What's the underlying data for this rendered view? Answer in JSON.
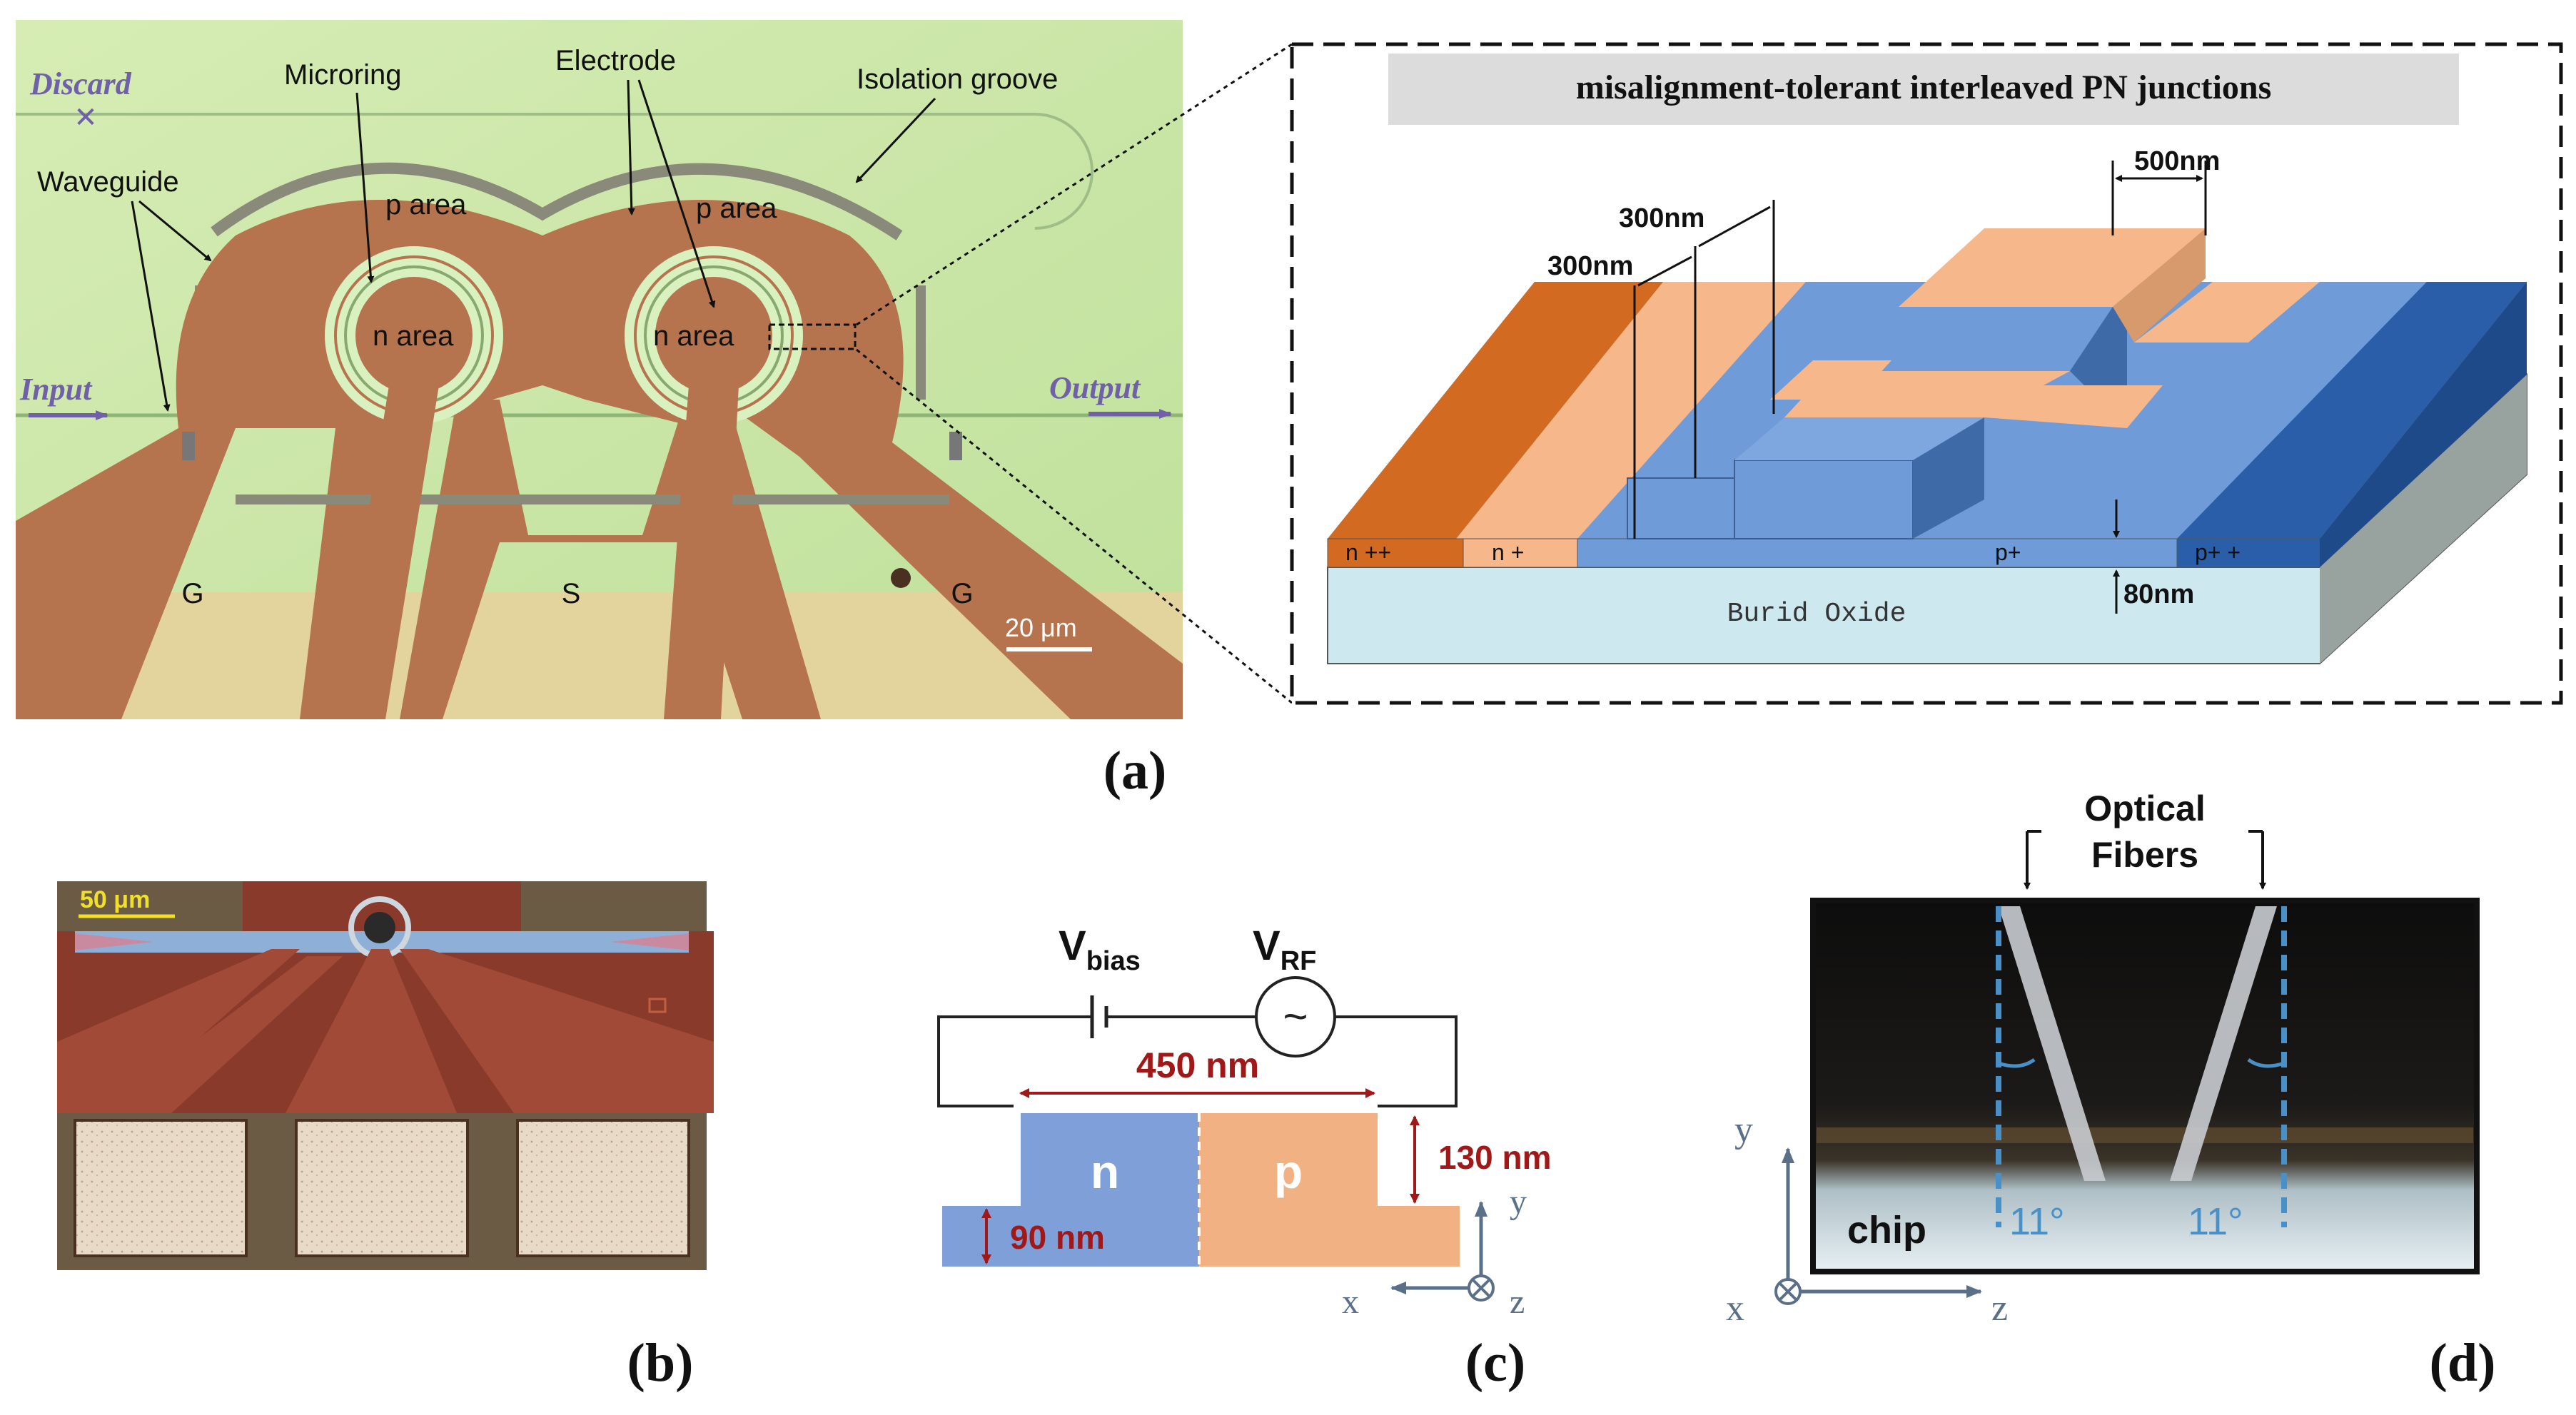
{
  "panel_a": {
    "micrograph": {
      "discard": "Discard",
      "microring": "Microring",
      "electrode": "Electrode",
      "isolation_groove": "Isolation groove",
      "waveguide": "Waveguide",
      "p_area_left": "p area",
      "p_area_right": "p area",
      "n_area_left": "n area",
      "n_area_right": "n area",
      "input": "Input",
      "output": "Output",
      "g_left": "G",
      "s": "S",
      "g_right": "G",
      "scale": "20 μm"
    },
    "inset": {
      "title": "misalignment-tolerant interleaved PN junctions",
      "dim_500": "500nm",
      "dim_300_top": "300nm",
      "dim_300_bottom": "300nm",
      "region_npp": "n ++",
      "region_np": "n +",
      "region_pp": "p+",
      "region_ppp": "p+ +",
      "dim_80": "80nm",
      "box": "Burid Oxide"
    },
    "label": "(a)"
  },
  "panel_b": {
    "scale": "50 μm",
    "label": "(b)"
  },
  "panel_c": {
    "vbias_main": "V",
    "vbias_sub": "bias",
    "vrf_main": "V",
    "vrf_sub": "RF",
    "dim_450": "450 nm",
    "dim_130": "130 nm",
    "dim_90": "90 nm",
    "n": "n",
    "p": "p",
    "axis_y": "y",
    "axis_x": "x",
    "axis_z": "z",
    "label": "(c)"
  },
  "panel_d": {
    "fibers_line1": "Optical",
    "fibers_line2": "Fibers",
    "chip": "chip",
    "angle_left": "11°",
    "angle_right": "11°",
    "axis_y": "y",
    "axis_x": "x",
    "axis_z": "z",
    "label": "(d)"
  },
  "colors": {
    "micro_bg": "#c9e6a8",
    "electrode": "#b5744e",
    "n_light": "#f6b88a",
    "n_dark": "#d36a22",
    "p_light": "#6f9bd9",
    "p_dark": "#2b5ea8",
    "oxide": "#cde8ee",
    "arrow_red": "#a01818",
    "fiber_dash": "#4a90c8"
  }
}
